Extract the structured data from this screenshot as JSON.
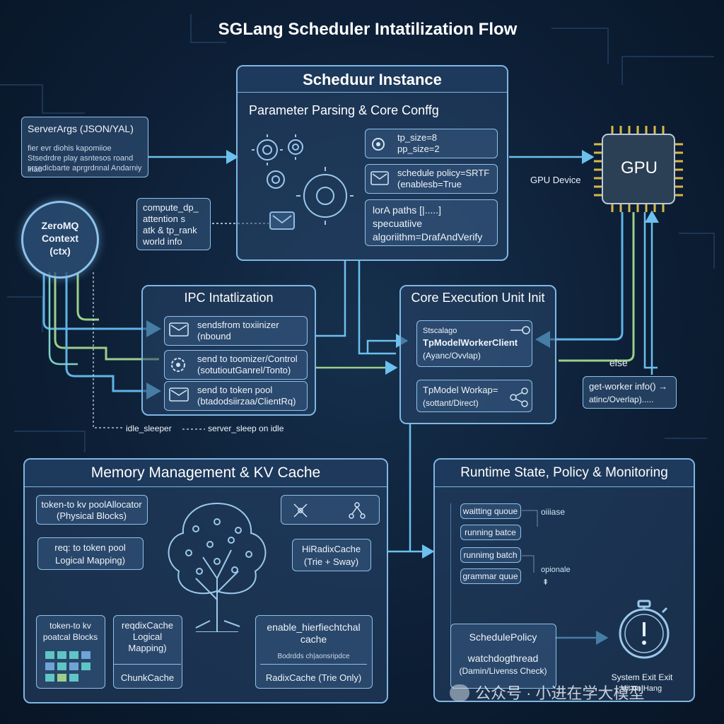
{
  "diagram_title": "SGLang Scheduler Intatilization Flow",
  "scheduler": {
    "title": "Scheduur Instance",
    "subtitle": "Parameter Parsing & Core Conffg",
    "tp_lines": [
      "tp_size=8",
      "pp_size=2"
    ],
    "policy_lines": [
      "schedule policy=SRTF",
      "(enablesb=True"
    ],
    "lora_lines": [
      "lorA paths [|.....]",
      "specuatiive",
      "algoriithm=DrafAndVerify"
    ]
  },
  "server_args": {
    "title": "ServerArgs (JSON/YAL)",
    "lines": [
      "fier evr diohis kapomiioe",
      "Stsedrdre play asntesos roand inao",
      "srsedicbarte aprgrdnnal Andarniy"
    ]
  },
  "zeromq": {
    "lines": [
      "ZeroMQ",
      "Context",
      "(ctx)"
    ]
  },
  "compute_box": {
    "lines": [
      "compute_dp_",
      "attention s",
      "atk & tp_rank",
      "world info"
    ]
  },
  "gpu": {
    "label": "GPU",
    "device_label": "GPU Device"
  },
  "ipc": {
    "title": "IPC Intatlization",
    "items": [
      {
        "lines": [
          "sendsfrom toxiinizer",
          "(nbound"
        ]
      },
      {
        "lines": [
          "send to toomizer/Control",
          "(sotutioutGanrel/Tonto)"
        ]
      },
      {
        "lines": [
          "send to token pool",
          "(btadodsiirzaa/ClientRq)"
        ]
      }
    ]
  },
  "idle": {
    "left": "idle_sleeper",
    "right": "server_sleep on idle"
  },
  "core_exec": {
    "title": "Core Execution Unit Init",
    "client_lines": [
      "Stscalago",
      "TpModelWorkerClient",
      "(Ayanc/Ovvlap)"
    ],
    "worker_lines": [
      "TpModel Workap=",
      "(sottant/Direct)"
    ]
  },
  "else_label": "else",
  "get_worker": {
    "lines": [
      "get-worker info() →",
      "atinc/Overlap)....."
    ]
  },
  "memory": {
    "title": "Memory Management & KV Cache",
    "allocator_lines": [
      "token-to kv poolAllocator",
      "(Physical Blocks)"
    ],
    "req_lines": [
      "req: to token pool",
      "Logical Mapping)"
    ],
    "hiradix_lines": [
      "HiRadixCache",
      "(Trie + Sway)"
    ],
    "physical_lines": [
      "token-to kv",
      "poatcal Blocks"
    ],
    "radix_lines": [
      "reqdixCache",
      "Logical",
      "Mapping)"
    ],
    "chunk_label": "ChunkCache",
    "enable_lines": [
      "enable_hierfiechtchal",
      "cache"
    ],
    "enable_sub": "Bodrdds ch|aonsripdce",
    "radix_trie": "RadixCache (Trie Only)"
  },
  "runtime": {
    "title": "Runtime State, Policy & Monitoring",
    "queues": [
      "waitting quoue",
      "running batce",
      "runnimg batch",
      "grammar quue"
    ],
    "optional1": "oiiiase",
    "optional2": "opionale",
    "policy_label": "SchedulePolicy",
    "watchdog_lines": [
      "watchdogthread",
      "(Damin/Livenss Check)"
    ],
    "exit_lines": [
      "System Exit Exit",
      "eit on Hang"
    ]
  },
  "watermark": "公众号 · 小进在学大模型",
  "colors": {
    "panel_border": "#7fb7e3",
    "wire_blue": "#5fb4e6",
    "wire_green": "#9bcf8a",
    "gpu_pin": "#d9b84a"
  },
  "icons": [
    "envelope-icon",
    "gear-icon",
    "tree-icon",
    "stopwatch-icon",
    "gpu-chip-icon",
    "network-nodes-icon"
  ]
}
